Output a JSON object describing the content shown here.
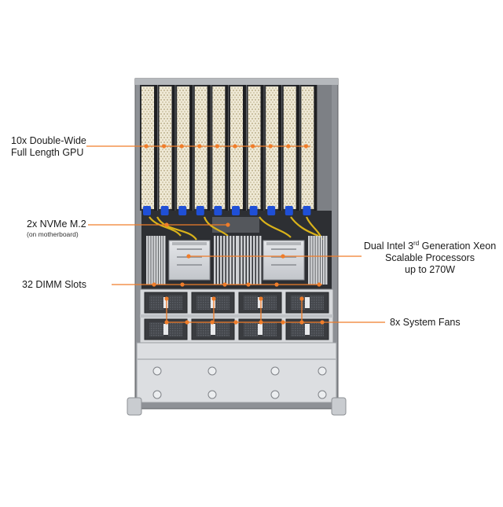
{
  "callouts": {
    "gpu": {
      "line1": "10x Double-Wide",
      "line2": "Full Length GPU"
    },
    "nvme": {
      "line1": "2x NVMe M.2",
      "line2": "(on motherboard)"
    },
    "dimm": {
      "line1": "32 DIMM Slots"
    },
    "cpu": {
      "line1_pre": "Dual Intel  3",
      "line1_sup": "rd",
      "line1_post": " Generation Xeon",
      "line2": "Scalable Processors",
      "line3": "up to 270W"
    },
    "fans": {
      "line1": "8x System Fans"
    }
  },
  "colors": {
    "callout_line": "#f07d2a",
    "chassis": "#8e9196",
    "gpu_card": "#efe9d6",
    "board": "#2d2f33",
    "fan": "#3a3c40",
    "blue_connector": "#1f4fd6"
  }
}
